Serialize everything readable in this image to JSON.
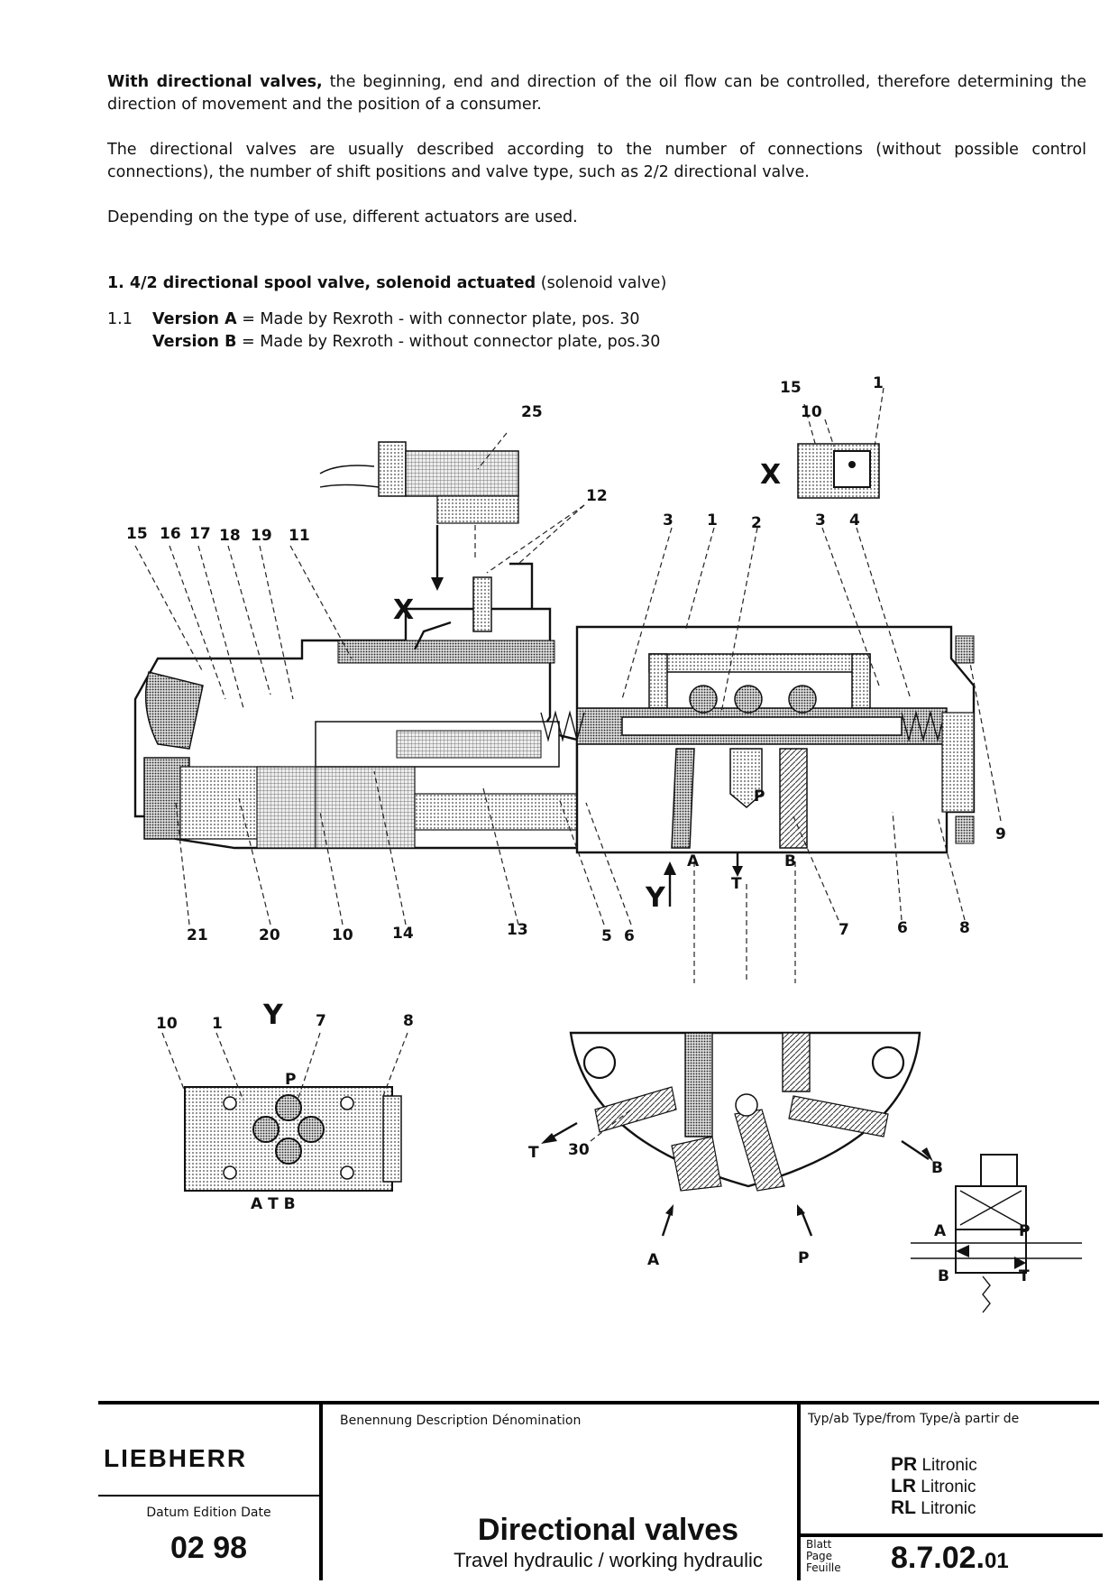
{
  "intro": {
    "p1_bold": "With directional valves,",
    "p1_rest": " the beginning, end and direction of the oil flow can be controlled, therefore determining the direction of movement and the position of a consumer.",
    "p2": "The directional valves are usually described according to the number of connections (without possible control connections), the number of shift positions and valve type, such as 2/2 directional valve.",
    "p3": "Depending on the type of use, different actuators are used."
  },
  "section1": {
    "heading_bold": "1. 4/2 directional spool valve, solenoid actuated",
    "heading_rest": " (solenoid valve)",
    "sub_num": "1.1",
    "version_a_bold": "Version A",
    "version_a_rest": " = Made by Rexroth - with connector plate, pos. 30",
    "version_b_bold": "Version B",
    "version_b_rest": " = Made by Rexroth - without connector plate, pos.30"
  },
  "drawing_labels": {
    "view_x": "X",
    "view_y": "Y",
    "n1": "1",
    "n2": "2",
    "n3": "3",
    "n4": "4",
    "n5": "5",
    "n6": "6",
    "n7": "7",
    "n8": "8",
    "n9": "9",
    "n10": "10",
    "n11": "11",
    "n12": "12",
    "n13": "13",
    "n14": "14",
    "n15": "15",
    "n16": "16",
    "n17": "17",
    "n18": "18",
    "n19": "19",
    "n20": "20",
    "n21": "21",
    "n25": "25",
    "n30": "30",
    "port_a": "A",
    "port_b": "B",
    "port_p": "P",
    "port_t": "T",
    "y_ports_bottom": "A T B"
  },
  "title_block": {
    "logo": "LIEBHERR",
    "date_header": "Datum  Edition  Date",
    "date": "02 98",
    "description_header": "Benennung  Description  Dénomination",
    "title": "Directional valves",
    "subtitle": "Travel hydraulic / working hydraulic",
    "type_header": "Typ/ab     Type/from     Type/à partir de",
    "types": [
      {
        "code": "PR",
        "name": "Litronic"
      },
      {
        "code": "LR",
        "name": "Litronic"
      },
      {
        "code": "RL",
        "name": "Litronic"
      }
    ],
    "page_header_1": "Blatt",
    "page_header_2": "Page",
    "page_header_3": "Feuille",
    "page_main": "8.7.02.",
    "page_sub": "01"
  }
}
